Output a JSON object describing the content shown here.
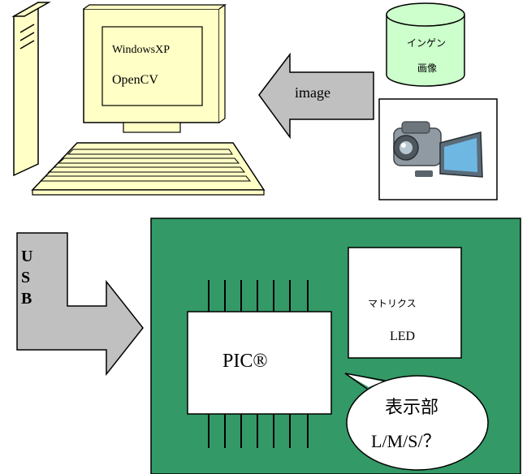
{
  "pc": {
    "screen_line1": "WindowsXP",
    "screen_line2": "OpenCV"
  },
  "arrow_image": {
    "label": "image"
  },
  "database": {
    "line1": "インゲン",
    "line2": "画像"
  },
  "camera": {
    "icon": "video-camera-icon"
  },
  "usb_arrow": {
    "letters": [
      "U",
      "S",
      "B"
    ]
  },
  "board": {
    "pic_label": "PIC®",
    "led_line1": "マトリクス",
    "led_line2": "LED",
    "bubble_line1": "表示部",
    "bubble_line2": "L/M/S/？"
  },
  "colors": {
    "computer": "#ffffc6",
    "database": "#ccffcc",
    "board": "#339966",
    "arrow": "#c0c0c0"
  }
}
